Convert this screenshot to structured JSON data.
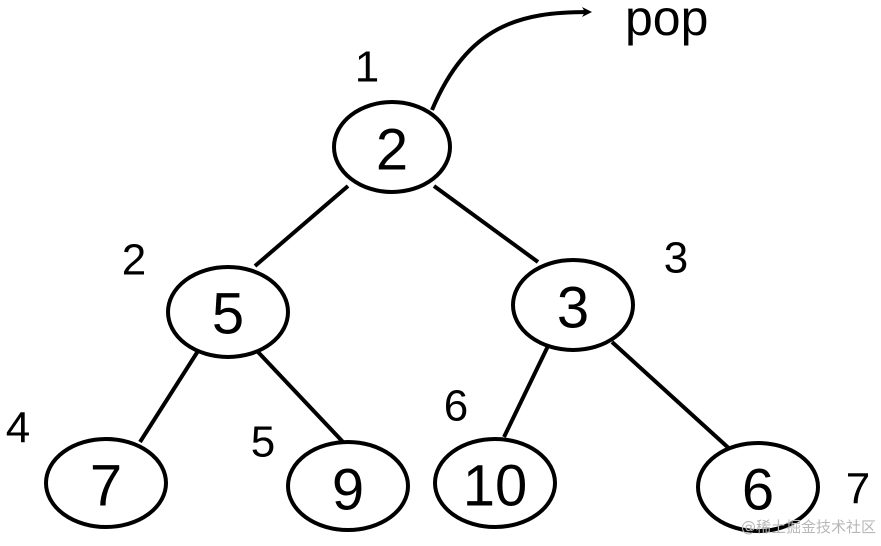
{
  "diagram": {
    "nodes": [
      {
        "value": "2",
        "index": "1"
      },
      {
        "value": "5",
        "index": "2"
      },
      {
        "value": "3",
        "index": "3"
      },
      {
        "value": "7",
        "index": "4"
      },
      {
        "value": "9",
        "index": "5"
      },
      {
        "value": "10",
        "index": "6"
      },
      {
        "value": "6",
        "index": "7"
      }
    ],
    "pop_label": "pop",
    "watermark": "@稀土掘金技术社区"
  }
}
